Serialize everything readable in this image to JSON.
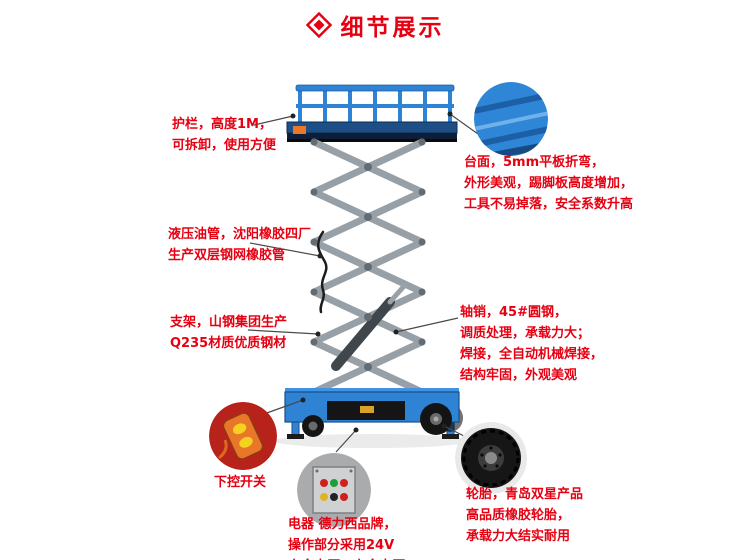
{
  "header": {
    "title": "细节展示"
  },
  "colors": {
    "red": "#e60012",
    "blue": "#2e83d4",
    "blue_light": "#3f93e2",
    "blue_dark": "#174f88",
    "navy": "#1d4f86",
    "arm_gray": "#97a0a7",
    "pivot_gray": "#646c72",
    "orange": "#e8772a",
    "yellow": "#f4d21f"
  },
  "annotations": {
    "guardrail": {
      "lines": [
        "护栏，高度1M，",
        "可拆卸，使用方便"
      ]
    },
    "hose": {
      "lines": [
        "液压油管，沈阳橡胶四厂",
        "生产双层钢网橡胶管"
      ]
    },
    "frame": {
      "lines": [
        "支架，山钢集团生产",
        "Q235材质优质钢材"
      ]
    },
    "remote": {
      "lines": [
        "下控开关"
      ]
    },
    "platform": {
      "lines": [
        "台面，5mm平板折弯，",
        "外形美观，踢脚板高度增加，",
        "工具不易掉落，安全系数升高"
      ]
    },
    "pin": {
      "lines": [
        "轴销，45#圆钢，",
        "调质处理，承载力大；",
        "焊接，全自动机械焊接，",
        "结构牢固，外观美观"
      ]
    },
    "tire": {
      "lines": [
        "轮胎，青岛双星产品",
        "高品质橡胶轮胎，",
        "承载力大结实耐用"
      ]
    },
    "electric": {
      "lines": [
        "电器 德力西品牌，",
        "操作部分采用24V",
        "安全电压，安全电压"
      ]
    }
  }
}
